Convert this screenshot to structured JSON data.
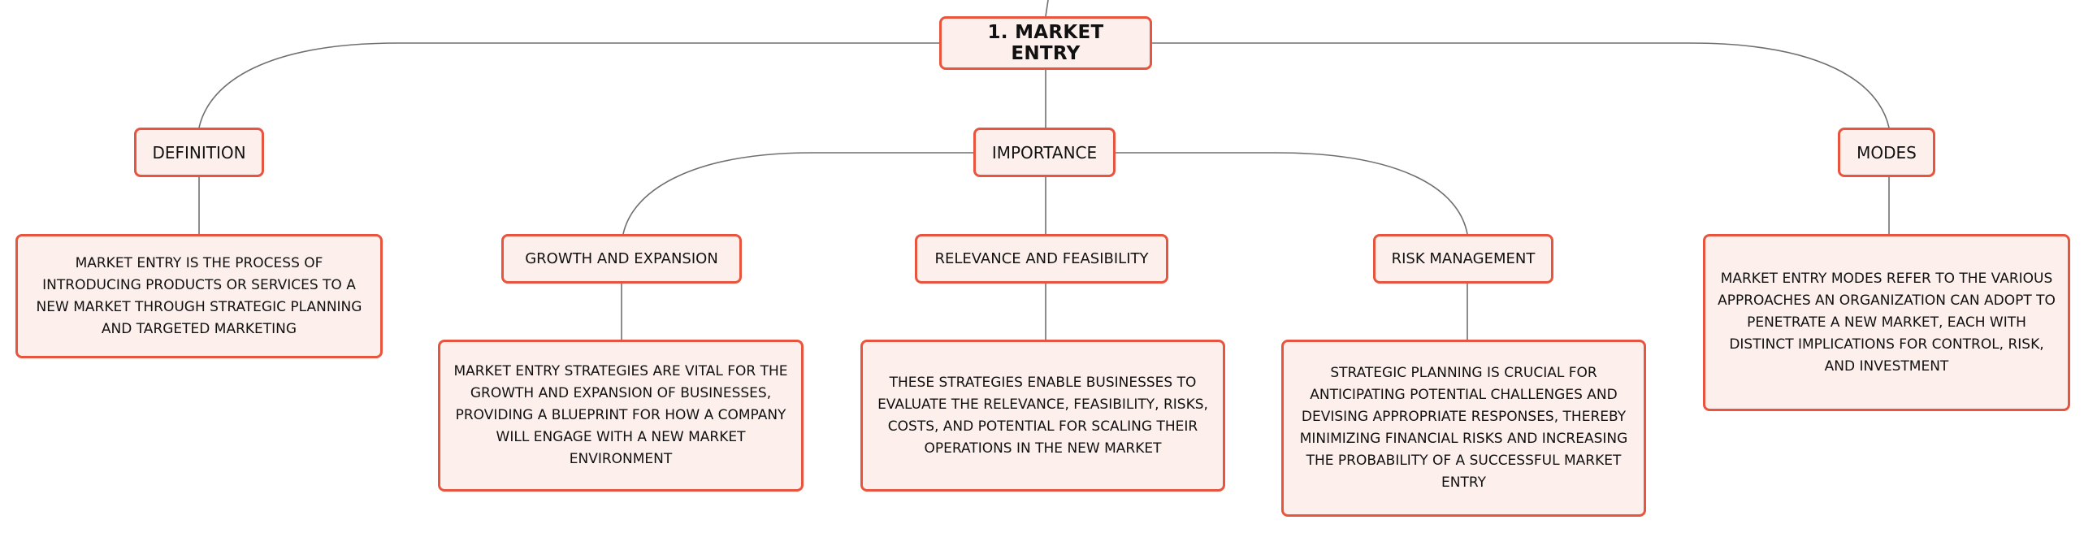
{
  "colors": {
    "node_border": "#e8553f",
    "node_fill": "#fdf0ec",
    "connector": "#6f6f6f",
    "text": "#111111"
  },
  "root": {
    "label": "1. MARKET ENTRY"
  },
  "topics": {
    "definition": {
      "label": "DEFINITION",
      "description": "MARKET ENTRY IS THE PROCESS OF INTRODUCING PRODUCTS OR SERVICES TO A NEW MARKET THROUGH STRATEGIC PLANNING AND TARGETED MARKETING"
    },
    "importance": {
      "label": "IMPORTANCE",
      "subtopics": [
        {
          "label": "GROWTH AND EXPANSION",
          "description": "MARKET ENTRY STRATEGIES ARE VITAL FOR THE GROWTH AND EXPANSION OF BUSINESSES, PROVIDING A BLUEPRINT FOR HOW A COMPANY WILL ENGAGE WITH A NEW MARKET ENVIRONMENT"
        },
        {
          "label": "RELEVANCE AND FEASIBILITY",
          "description": "THESE STRATEGIES ENABLE BUSINESSES TO EVALUATE THE RELEVANCE, FEASIBILITY, RISKS, COSTS, AND POTENTIAL FOR SCALING THEIR OPERATIONS IN THE NEW MARKET"
        },
        {
          "label": "RISK MANAGEMENT",
          "description": "STRATEGIC PLANNING IS CRUCIAL FOR ANTICIPATING POTENTIAL CHALLENGES AND DEVISING APPROPRIATE RESPONSES, THEREBY MINIMIZING FINANCIAL RISKS AND INCREASING THE PROBABILITY OF A SUCCESSFUL MARKET ENTRY"
        }
      ]
    },
    "modes": {
      "label": "MODES",
      "description": "MARKET ENTRY MODES REFER TO THE VARIOUS APPROACHES AN ORGANIZATION CAN ADOPT TO PENETRATE A NEW MARKET, EACH WITH DISTINCT IMPLICATIONS FOR CONTROL, RISK, AND INVESTMENT"
    }
  }
}
